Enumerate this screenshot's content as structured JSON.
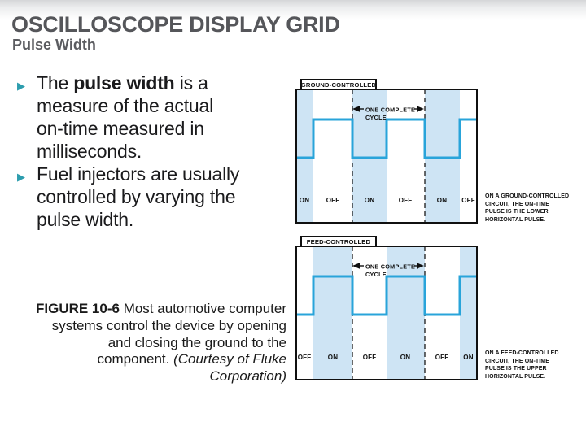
{
  "slide": {
    "title": "OSCILLOSCOPE DISPLAY GRID",
    "subtitle": "Pulse Width"
  },
  "bullets": {
    "marker": "▶",
    "b1": {
      "l1_pre": "The ",
      "l1_bold": "pulse width",
      "l1_post": " is a",
      "l2": "measure of the actual",
      "l3": "on-time measured in",
      "l4": "milliseconds."
    },
    "b2": {
      "l1": "Fuel injectors are usually",
      "l2": "controlled by varying the",
      "l3": "pulse width."
    }
  },
  "caption": {
    "figure_label": "FIGURE 10-6",
    "l1_rest": " Most automotive computer",
    "l2": "systems control the device by opening",
    "l3": "and closing the ground to the",
    "l4_normal": "component. ",
    "l4_italic": "(Courtesy of Fluke",
    "l5_italic": "Corporation)"
  },
  "diagrams": [
    {
      "label": "GROUND-CONTROLLED",
      "cycle_line1": "ONE COMPLETE",
      "cycle_line2": "CYCLE",
      "state_labels": [
        "ON",
        "OFF",
        "ON",
        "OFF",
        "ON",
        "OFF"
      ],
      "note": [
        "ON A GROUND-CONTROLLED",
        "CIRCUIT, THE ON-TIME",
        "PULSE IS THE LOWER",
        "HORIZONTAL PULSE."
      ]
    },
    {
      "label": "FEED-CONTROLLED",
      "cycle_line1": "ONE COMPLETE",
      "cycle_line2": "CYCLE",
      "state_labels": [
        "OFF",
        "ON",
        "OFF",
        "ON",
        "OFF",
        "ON"
      ],
      "note": [
        "ON A FEED-CONTROLLED",
        "CIRCUIT, THE ON-TIME",
        "PULSE IS THE UPPER",
        "HORIZONTAL PULSE."
      ]
    }
  ],
  "colors": {
    "wave_blue": "#29a4da",
    "band_blue": "#cee4f4",
    "bullet_teal": "#2d9dae",
    "title_gray": "#55565a"
  }
}
